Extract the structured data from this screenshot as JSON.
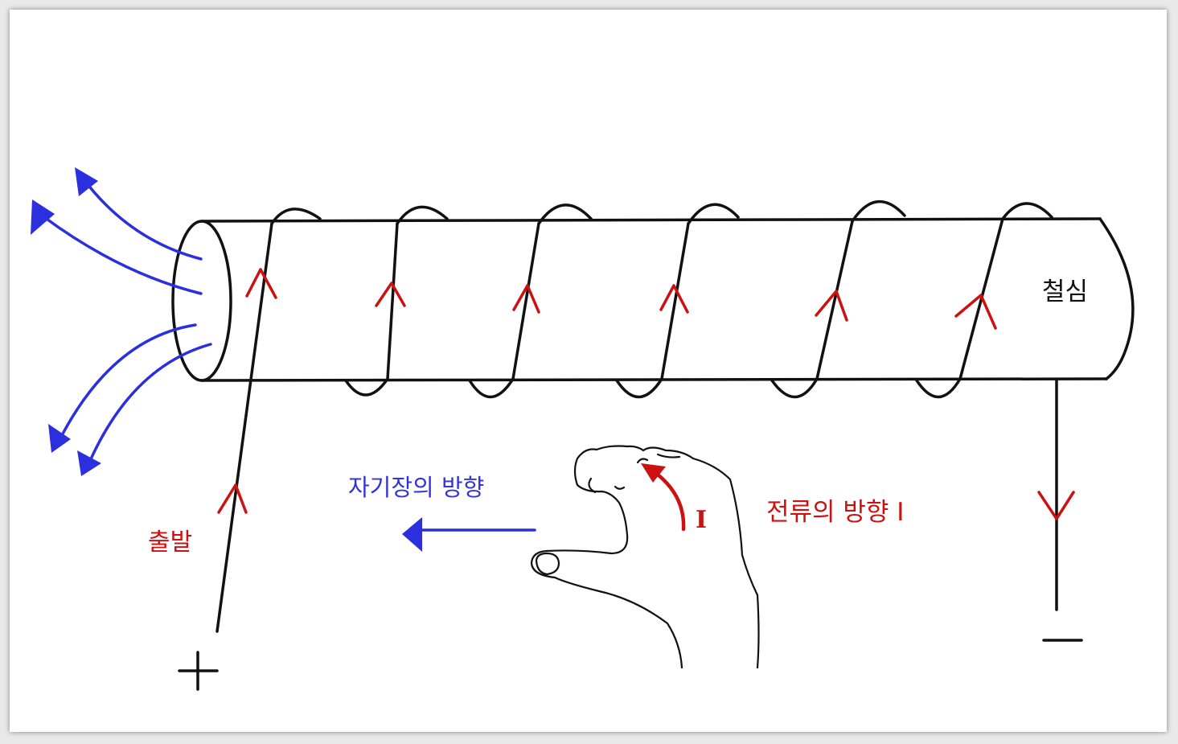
{
  "labels": {
    "iron_core": "철심",
    "start": "출발",
    "magnetic_field_direction": "자기장의 방향",
    "current_direction": "전류의 방향 I",
    "current_symbol": "I",
    "positive_terminal": "+",
    "negative_terminal": "−"
  },
  "colors": {
    "wire": "#111111",
    "current_arrows": "#cc1111",
    "field_arrows": "#2b2fdd",
    "background": "#ffffff"
  },
  "coil": {
    "turns": 6
  }
}
